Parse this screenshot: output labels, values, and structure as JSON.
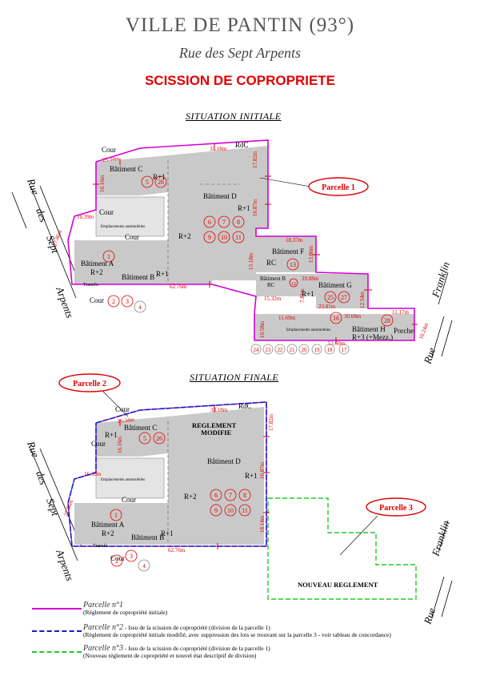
{
  "header": {
    "city": "VILLE DE PANTIN (93°)",
    "street": "Rue des Sept Arpents",
    "title": "SCISSION DE COPROPRIETE"
  },
  "sections": {
    "initial": "SITUATION INITIALE",
    "final": "SITUATION FINALE"
  },
  "streets": {
    "sept_1": "Rue",
    "sept_2": "des",
    "sept_3": "Sept",
    "sept_4": "Arpents",
    "franklin_1": "Franklin",
    "franklin_2": "Rue"
  },
  "parcel_labels": {
    "p1": "Parcelle 1",
    "p2": "Parcelle 2",
    "p3": "Parcelle 3"
  },
  "initial_plan": {
    "cour": "Cour",
    "rdc": "RdC",
    "bat_c": "Bâtiment C",
    "bat_c_lvl": "R+1",
    "bat_d": "Bâtiment D",
    "bat_d_lvl": "R+1",
    "r2": "R+2",
    "bat_a": "Bâtiment A",
    "bat_a_lvl": "R+2",
    "bat_b": "Bâtiment B",
    "bat_b_lvl": "R+1",
    "bat_f": "Bâtiment F",
    "bat_f_lvl": "RC",
    "bat_b2": "Bâtiment B",
    "bat_b2_lvl": "RC",
    "bat_g": "Bâtiment G",
    "bat_g_lvl": "R+1",
    "bat_h": "Bâtiment H",
    "bat_h_lvl": "R+3 (+Mezz.)",
    "porche": "Porche",
    "transfo": "Transfo.",
    "empl": "Emplacements automobiles",
    "dims": {
      "d1": "25.34m",
      "d2": "33.18m",
      "d3": "17.82m",
      "d4": "16.16m",
      "d5": "16.39m",
      "d6": "27.86m",
      "d7": "16.87m",
      "d8": "18.37m",
      "d9": "13.86m",
      "d10": "13.18m",
      "d11": "62.76m",
      "d12": "39.08m",
      "d13": "12.54m",
      "d14": "11.17m",
      "d15": "15.32m",
      "d16": "7.81m",
      "d17": "23.81m",
      "d18": "30.68m",
      "d19": "11.69m",
      "d20": "10.58m",
      "d21": "52.60m",
      "d22": "10.24m"
    },
    "lots": [
      "5",
      "26",
      "6",
      "7",
      "8",
      "9",
      "10",
      "11",
      "13",
      "1",
      "2",
      "3",
      "4",
      "12",
      "25",
      "27",
      "28",
      "16",
      "24",
      "23",
      "22",
      "21",
      "20",
      "19",
      "18",
      "17"
    ]
  },
  "final_plan": {
    "cour": "Cour",
    "rdc": "RdC",
    "reglement": "REGLEMENT",
    "modifie": "MODIFIE",
    "bat_c": "Bâtiment C",
    "bat_c_lvl": "R+1",
    "bat_d": "Bâtiment D",
    "bat_d_lvl": "R+1",
    "r2": "R+2",
    "bat_a": "Bâtiment A",
    "bat_a_lvl": "R+2",
    "bat_b": "Bâtiment B",
    "bat_b_lvl": "R+1",
    "transfo": "Transfo.",
    "empl": "Emplacements automobiles",
    "nouveau": "NOUVEAU REGLEMENT",
    "dims": {
      "d1": "25.34m",
      "d2": "33.18m",
      "d3": "17.82m",
      "d4": "16.16m",
      "d5": "16.39m",
      "d6": "27.86m",
      "d7": "16.87m",
      "d8": "18.14m",
      "d11": "62.76m"
    },
    "lots": [
      "5",
      "26",
      "6",
      "7",
      "8",
      "9",
      "10",
      "11",
      "1",
      "2",
      "3",
      "4"
    ]
  },
  "legend": {
    "l1_name": "Parcelle n°1",
    "l1_desc": "(Réglement de copropriété initiale)",
    "l2_name": "Parcelle n°2",
    "l2_desc": " - Issu de la scission de copropriété (division de la parcelle 1)",
    "l2_desc2": "(Réglement de copropriété initiale modifié, avec suppression des lots se trouvant sur la parcelle 3 - voir tableau de concordance)",
    "l3_name": "Parcelle n°3",
    "l3_desc": " - Issu de la scission de copropriété (division de la parcelle 1)",
    "l3_desc2": "(Nouveau réglement de copropriété et nouvel état descriptif de division)"
  },
  "colors": {
    "title_red": "#e00000",
    "dim_red": "#e00000",
    "parcel1": "#d400d4",
    "parcel2": "#1020c0",
    "parcel3": "#22cc22",
    "fill": "#c9c9c9"
  }
}
